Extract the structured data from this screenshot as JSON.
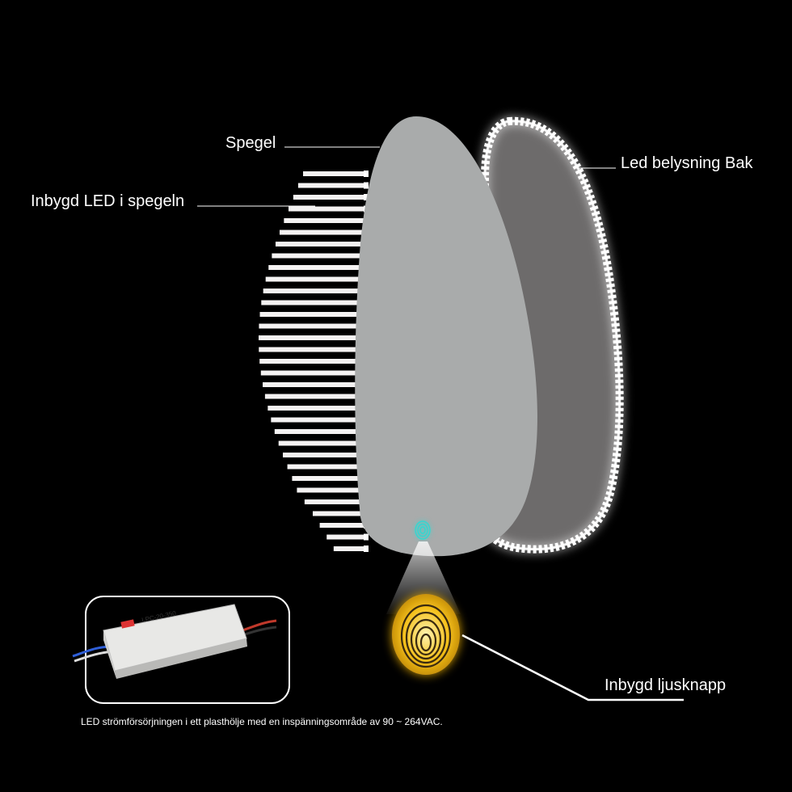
{
  "labels": {
    "mirror": "Spegel",
    "builtin_led": "Inbygd LED i spegeln",
    "back_lighting": "Led belysning Bak",
    "light_switch": "Inbygd ljusknapp"
  },
  "power_supply": {
    "model_text": "LPC-20-350",
    "caption": "LED strömförsörjningen i ett plasthölje med en inspänningsområde av 90 ~ 264VAC."
  },
  "colors": {
    "background": "#000000",
    "mirror_face": "#a9abab",
    "back_panel": "#6d6b6b",
    "led_white": "#ffffff",
    "switch_glow": "#f5c01a",
    "touch_icon": "#35d6d0"
  },
  "icons": [
    "fingerprint-icon",
    "touch-sensor-icon"
  ]
}
